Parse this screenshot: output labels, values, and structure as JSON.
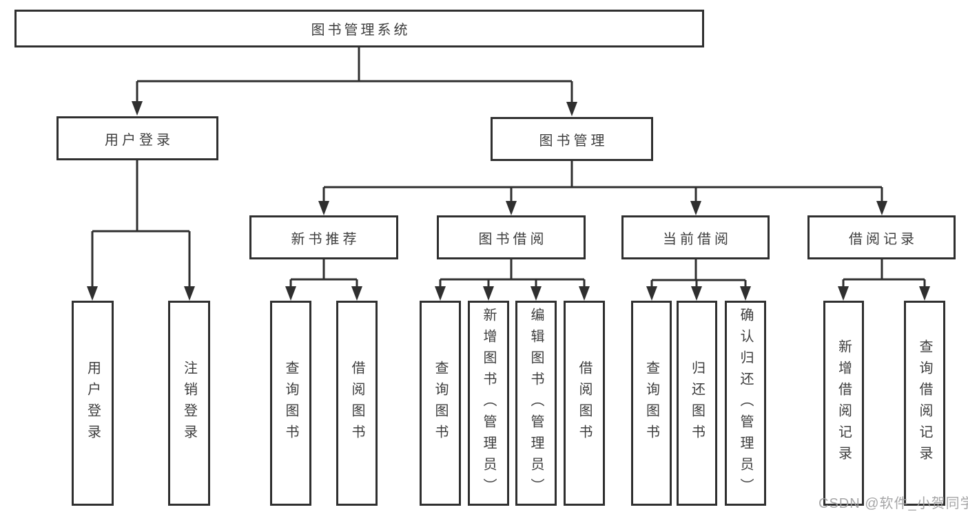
{
  "diagram": {
    "type": "hierarchy-structure-chart",
    "tree": {
      "root": {
        "label": "图书管理系统"
      },
      "branches": [
        {
          "label": "用户登录",
          "children": [
            {
              "label": "用户登录"
            },
            {
              "label": "注销登录"
            }
          ]
        },
        {
          "label": "图书管理",
          "children": [
            {
              "label": "新书推荐",
              "children": [
                {
                  "label": "查询图书"
                },
                {
                  "label": "借阅图书"
                }
              ]
            },
            {
              "label": "图书借阅",
              "children": [
                {
                  "label": "查询图书"
                },
                {
                  "label": "新增图书（管理员）"
                },
                {
                  "label": "编辑图书（管理员）"
                },
                {
                  "label": "借阅图书"
                }
              ]
            },
            {
              "label": "当前借阅",
              "children": [
                {
                  "label": "查询图书"
                },
                {
                  "label": "归还图书"
                },
                {
                  "label": "确认归还（管理员）"
                }
              ]
            },
            {
              "label": "借阅记录",
              "children": [
                {
                  "label": "新增借阅记录"
                },
                {
                  "label": "查询借阅记录"
                }
              ]
            }
          ]
        }
      ]
    },
    "colors": {
      "line": "#2f2f2f",
      "box_border": "#2f2f2f",
      "text": "#3d3d3d",
      "background": "#ffffff",
      "watermark": "#9e9ea0"
    }
  },
  "watermark": {
    "text": "CSDN @软件_小贺同学"
  }
}
